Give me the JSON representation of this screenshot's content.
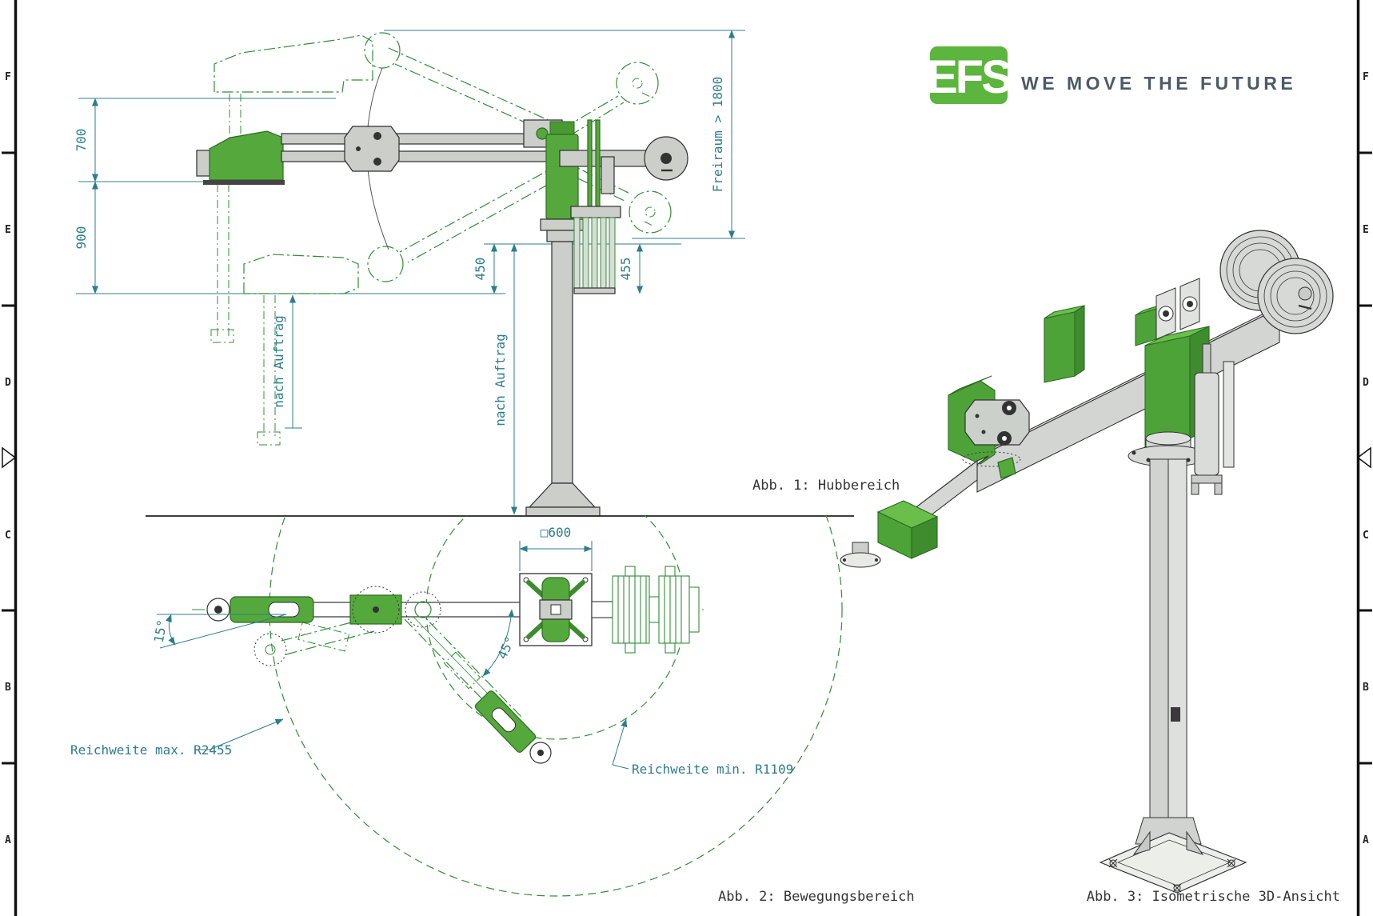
{
  "brand": {
    "logo_text": "EFS",
    "slogan": "WE MOVE THE FUTURE",
    "logo_green": "#5cb53c",
    "slogan_color": "#4d5a66"
  },
  "frame": {
    "zone_letters": [
      "F",
      "E",
      "D",
      "C",
      "B",
      "A"
    ]
  },
  "figure1": {
    "caption": "Abb. 1: Hubbereich",
    "dims": {
      "d700": "700",
      "d900": "900",
      "d450": "450",
      "d455": "455",
      "freiraum": "Freiraum > 1800",
      "nach_auftrag": "nach Auftrag"
    }
  },
  "figure2": {
    "caption": "Abb. 2: Bewegungsbereich",
    "dims": {
      "square600": "□600",
      "angle15": "15°",
      "angle45": "45°"
    },
    "labels": {
      "reach_max": "Reichweite max. R2455",
      "reach_min": "Reichweite min. R1109"
    }
  },
  "figure3": {
    "caption": "Abb. 3: Isometrische 3D-Ansicht"
  },
  "colors": {
    "cad_green": "#2f8f34",
    "machine_green": "#55a93c",
    "machine_gray": "#cbcec9",
    "dimension_teal": "#2e7d8c",
    "line_dark": "#2e2e2e"
  }
}
